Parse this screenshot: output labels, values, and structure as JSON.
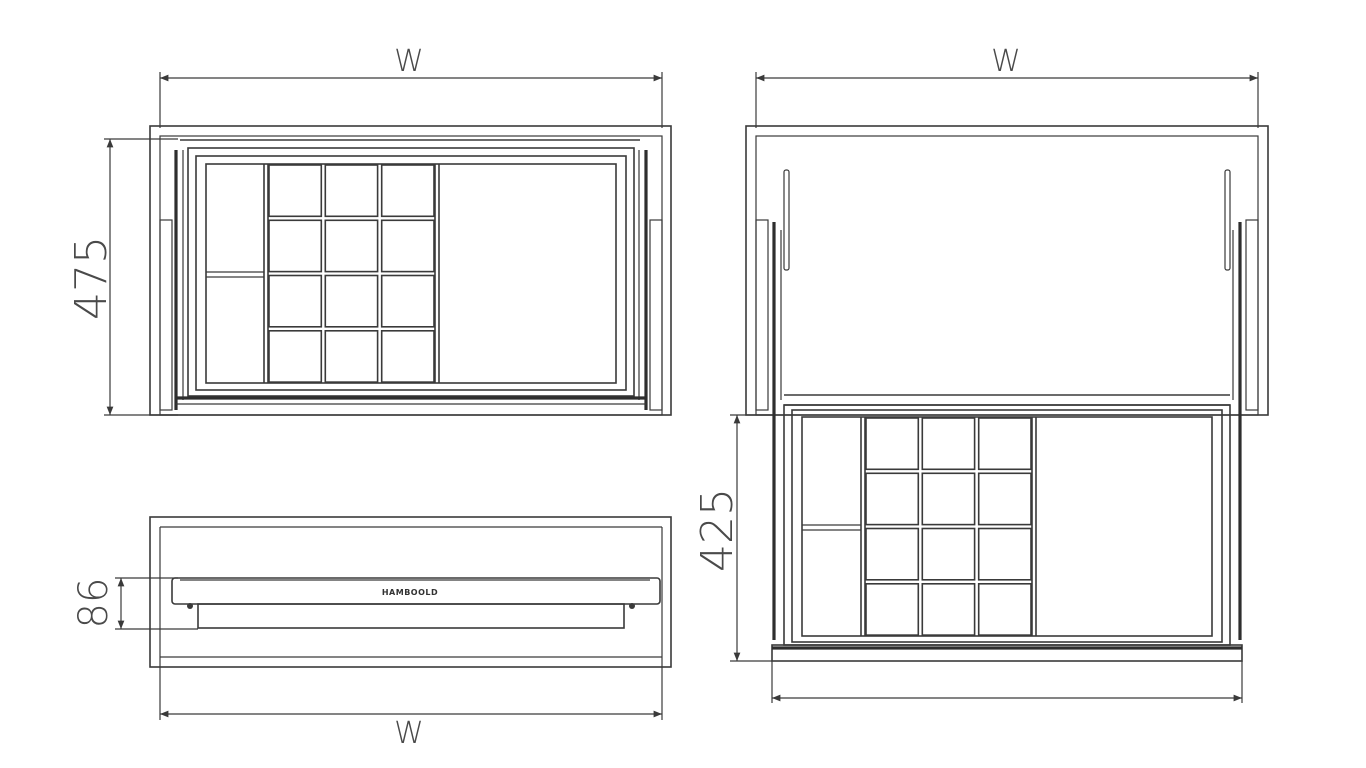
{
  "drawing": {
    "top_view": {
      "width_label": "W",
      "depth_label": "475"
    },
    "front_view": {
      "width_label": "W",
      "height_label": "86",
      "logo_text": "HAMBOOLD"
    },
    "extended_view": {
      "width_label": "W",
      "extension_label": "425"
    }
  }
}
